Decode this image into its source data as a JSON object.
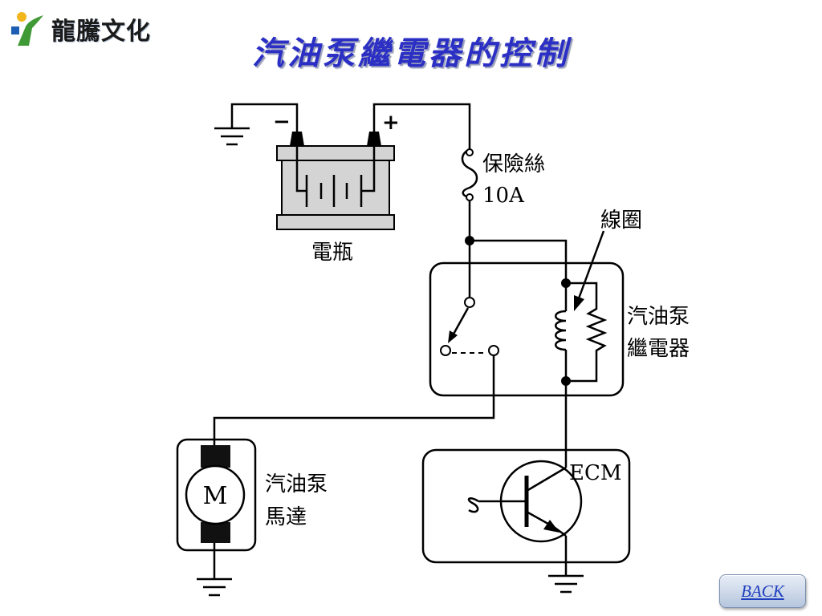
{
  "header": {
    "logo_text": "龍騰文化",
    "title": "汽油泵繼電器的控制"
  },
  "diagram": {
    "labels": {
      "battery_minus": "−",
      "battery_plus": "+",
      "battery": "電瓶",
      "fuse_name": "保險絲",
      "fuse_rating": "10A",
      "coil": "線圈",
      "relay_line1": "汽油泵",
      "relay_line2": "繼電器",
      "motor_symbol": "M",
      "motor_line1": "汽油泵",
      "motor_line2": "馬達",
      "ecm": "ECM"
    }
  },
  "nav": {
    "back_label": "BACK"
  },
  "colors": {
    "title": "#2b2fc4",
    "logo_green": "#3f9a36",
    "logo_yellow": "#f2b71c",
    "logo_blue": "#1e5fb4",
    "component_fill": "#d4d4d4",
    "dark_fill": "#4a4a4a"
  }
}
